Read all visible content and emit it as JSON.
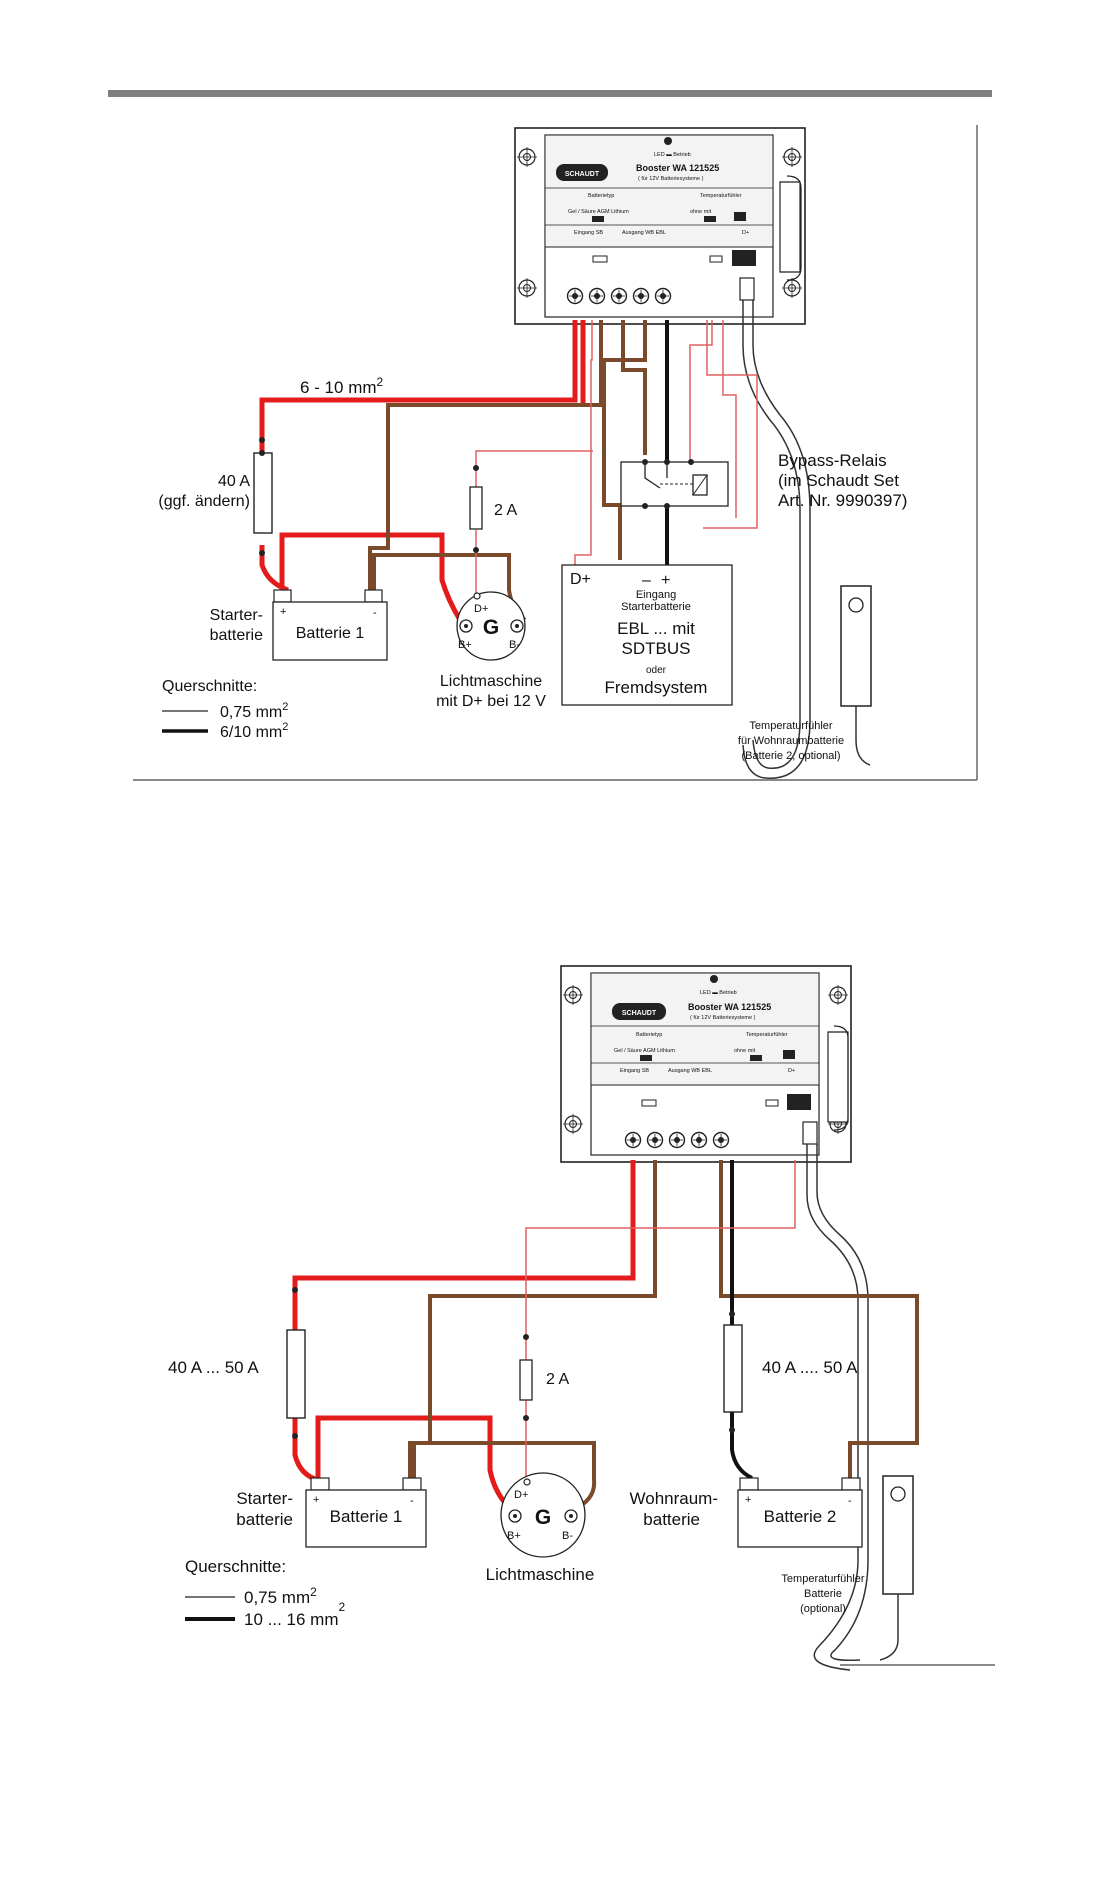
{
  "page": {
    "header_rule_color": "#808080"
  },
  "colors": {
    "red": "#e31b1b",
    "brown": "#7a4a2a",
    "black": "#111111",
    "thin_red": "#e06060"
  },
  "diagram1": {
    "booster": {
      "led_label": "LED ▬ Betrieb",
      "brand": "SCHAUDT",
      "model": "Booster  WA 121525",
      "subtitle": "( für 12V Batteriesysteme )",
      "section_left": "Batterietyp",
      "section_right": "Temperaturfühler",
      "switch_left": "Gel / Säure  AGM  Lithium",
      "switch_right": "ohne  mit",
      "terminal_left": "Eingang  SB",
      "terminal_mid": "Ausgang  WB   EBL",
      "terminal_right": "D+"
    },
    "cable_label": "6 - 10 mm",
    "cable_sup": "2",
    "fuse_main": "40 A",
    "fuse_main_note": "(ggf. ändern)",
    "fuse_small": "2 A",
    "relay": [
      "Bypass-Relais",
      "(im Schaudt Set",
      "Art. Nr. 9990397)"
    ],
    "battery": {
      "label": "Batterie 1",
      "plus": "+",
      "minus": "-"
    },
    "starter": [
      "Starter-",
      "batterie"
    ],
    "generator": {
      "g": "G",
      "dplus": "D+",
      "bplus": "B+",
      "bminus": "B-"
    },
    "alternator": [
      "Lichtmaschine",
      "mit D+ bei 12 V"
    ],
    "ebl": {
      "dplus": "D+",
      "minus": "–",
      "plus": "+",
      "eingang": "Eingang",
      "starterbatterie": "Starterbatterie",
      "line1": "EBL ... mit",
      "line2": "SDTBUS",
      "oder": "oder",
      "line3": "Fremdsystem"
    },
    "legend": {
      "title": "Querschnitte:",
      "thin": "0,75 mm",
      "thick": "6/10 mm",
      "sup": "2"
    },
    "sensor": [
      "Temperaturfühler",
      "für Wohnraumbatterie",
      "(Batterie 2, optional)"
    ]
  },
  "diagram2": {
    "booster": {
      "led_label": "LED ▬ Betrieb",
      "brand": "SCHAUDT",
      "model": "Booster  WA 121525",
      "subtitle": "( für 12V Batteriesysteme )",
      "section_left": "Batterietyp",
      "section_right": "Temperaturfühler",
      "switch_left": "Gel / Säure  AGM  Lithium",
      "switch_right": "ohne  mit",
      "terminal_left": "Eingang  SB",
      "terminal_mid": "Ausgang  WB   EBL",
      "terminal_right": "D+"
    },
    "fuse_left": "40 A ... 50 A",
    "fuse_small": "2 A",
    "fuse_right": "40 A .... 50 A",
    "battery1": {
      "label": "Batterie 1",
      "plus": "+",
      "minus": "-"
    },
    "battery2": {
      "label": "Batterie 2",
      "plus": "+",
      "minus": "-"
    },
    "starter": [
      "Starter-",
      "batterie"
    ],
    "wohnraum": [
      "Wohnraum-",
      "batterie"
    ],
    "generator": {
      "g": "G",
      "dplus": "D+",
      "bplus": "B+",
      "bminus": "B-"
    },
    "alternator": "Lichtmaschine",
    "legend": {
      "title": "Querschnitte:",
      "thin": "0,75 mm",
      "thick": "10 ... 16 mm",
      "sup": "2"
    },
    "sensor": [
      "Temperaturfühler",
      "Batterie",
      "(optional)"
    ]
  }
}
